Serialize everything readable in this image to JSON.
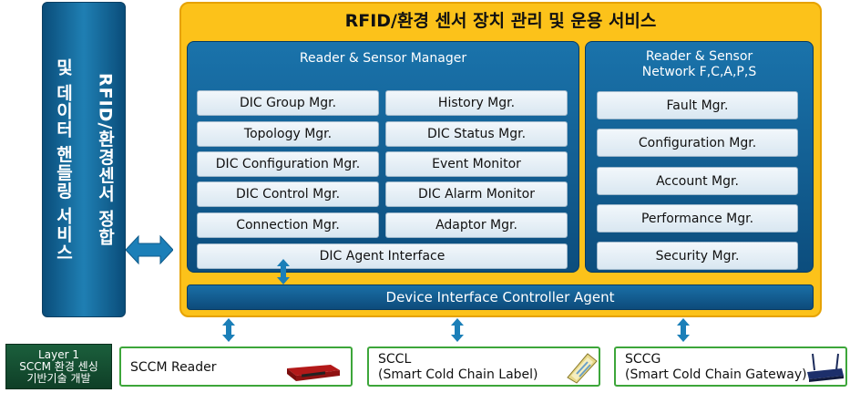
{
  "left_service": {
    "line1": "RFID/환경센서 정합",
    "line2": "및 데이터 핸들링 서비스"
  },
  "main": {
    "title": "RFID/환경 센서 장치 관리 및 운용 서비스"
  },
  "reader_sensor_manager": {
    "title": "Reader & Sensor Manager",
    "left_items": [
      "DIC Group Mgr.",
      "Topology Mgr.",
      "DIC Configuration Mgr.",
      "DIC Control Mgr.",
      "Connection Mgr."
    ],
    "right_items": [
      "History Mgr.",
      "DIC Status Mgr.",
      "Event Monitor",
      "DIC Alarm Monitor",
      "Adaptor Mgr."
    ],
    "agent_interface": "DIC Agent Interface"
  },
  "network_fcaps": {
    "title_line1": "Reader & Sensor",
    "title_line2": "Network F,C,A,P,S",
    "items": [
      "Fault Mgr.",
      "Configuration Mgr.",
      "Account Mgr.",
      "Performance Mgr.",
      "Security Mgr."
    ]
  },
  "dic_agent": "Device Interface Controller Agent",
  "layer": {
    "line1": "Layer 1",
    "line2": "SCCM 환경 센싱",
    "line3": "기반기술 개발"
  },
  "bottom_boxes": {
    "reader": "SCCM Reader",
    "sccl_title": "SCCL",
    "sccl_sub": "(Smart Cold Chain Label)",
    "sccg_title": "SCCG",
    "sccg_sub": "(Smart Cold Chain Gateway)"
  },
  "colors": {
    "panel_yellow": "#fcc21a",
    "panel_blue": "#0c4d7d",
    "green_border": "#3da63a"
  }
}
